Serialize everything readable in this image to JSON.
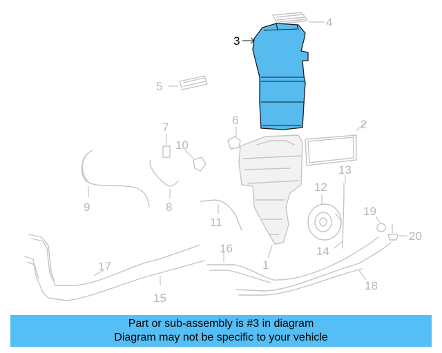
{
  "diagram": {
    "highlighted_part": "3",
    "callouts": [
      "1",
      "2",
      "3",
      "4",
      "5",
      "6",
      "7",
      "8",
      "9",
      "10",
      "11",
      "12",
      "13",
      "14",
      "15",
      "16",
      "17",
      "18",
      "19",
      "20"
    ],
    "highlight_color": "#57bbf0"
  },
  "banner": {
    "line1": "Part or sub-assembly is #3 in diagram",
    "line2": "Diagram may not be specific to your vehicle",
    "background": "#55bef4"
  }
}
